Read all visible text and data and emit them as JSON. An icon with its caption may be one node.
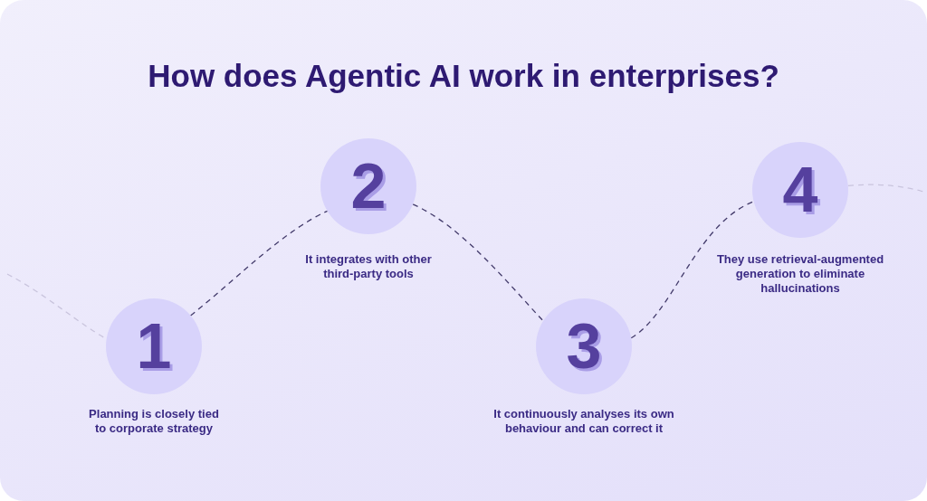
{
  "diagram": {
    "title": "How does Agentic AI work in enterprises?",
    "nodes": [
      {
        "text": [
          "1"
        ],
        "beside": [
          "Planning is closely tied to corporate strategy"
        ]
      },
      {
        "text": [
          "2"
        ],
        "beside": [
          "It integrates with other third-party tools"
        ]
      },
      {
        "text": [
          "3"
        ],
        "beside": [
          "It continuously analyses its own behaviour and can correct it"
        ]
      },
      {
        "text": [
          "4"
        ],
        "beside": [
          "They use retrieval-augmented generation to eliminate hallucinations"
        ]
      }
    ],
    "edges": [
      {
        "from": null,
        "to": 0,
        "arrow": "none",
        "style": "dashed",
        "color": "#c9c4dd"
      },
      {
        "from": 0,
        "to": 1,
        "arrow": "none",
        "style": "dashed"
      },
      {
        "from": 1,
        "to": 2,
        "arrow": "none",
        "style": "dashed"
      },
      {
        "from": 2,
        "to": 3,
        "arrow": "none",
        "style": "dashed"
      },
      {
        "from": 3,
        "to": null,
        "arrow": "none",
        "style": "dashed",
        "color": "#c9c4dd"
      }
    ]
  }
}
